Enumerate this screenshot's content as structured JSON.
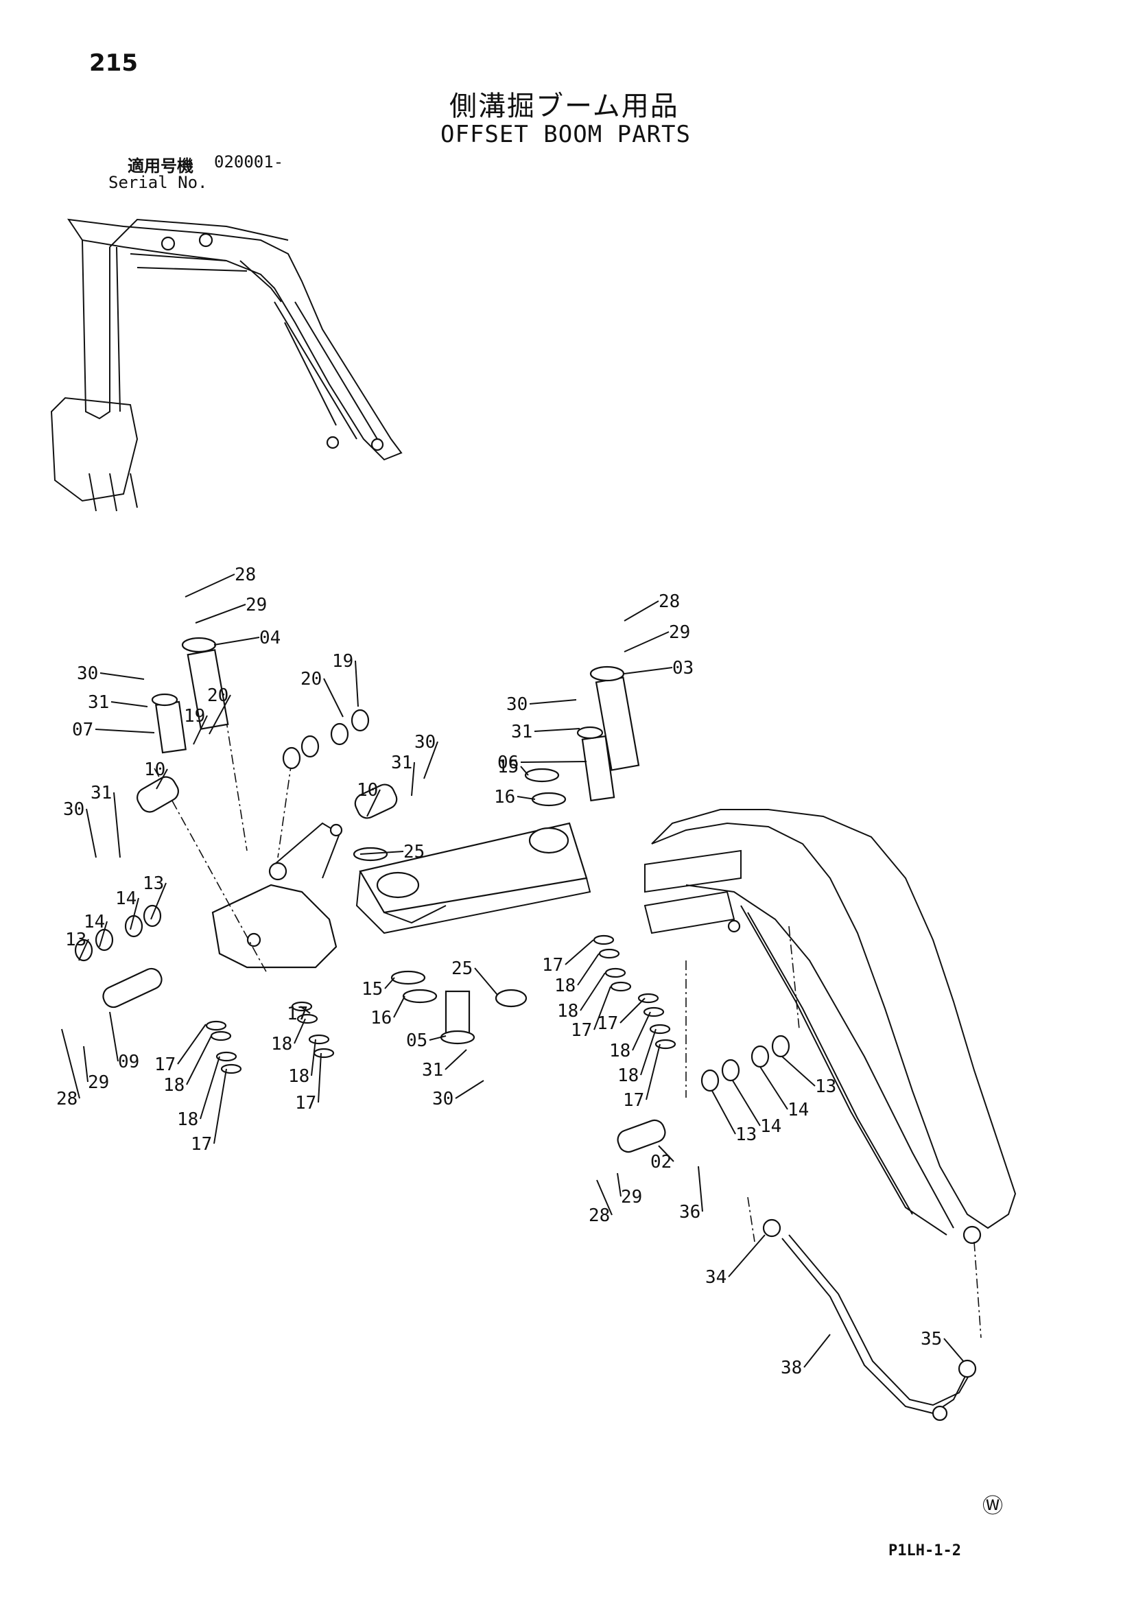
{
  "header": {
    "page_number": "215",
    "title_jp": "側溝掘ブーム用品",
    "title_en": "OFFSET BOOM PARTS",
    "serial_label_jp": "適用号機",
    "serial_value": "020001-",
    "serial_label_en": "Serial No."
  },
  "footer": {
    "code": "P1LH-1-2",
    "mark": "Ⓦ"
  },
  "callouts": [
    {
      "label": "28"
    },
    {
      "label": "29"
    },
    {
      "label": "04"
    },
    {
      "label": "19"
    },
    {
      "label": "20"
    },
    {
      "label": "20"
    },
    {
      "label": "19"
    },
    {
      "label": "30"
    },
    {
      "label": "31"
    },
    {
      "label": "07"
    },
    {
      "label": "10"
    },
    {
      "label": "31"
    },
    {
      "label": "30"
    },
    {
      "label": "30"
    },
    {
      "label": "31"
    },
    {
      "label": "10"
    },
    {
      "label": "13"
    },
    {
      "label": "14"
    },
    {
      "label": "14"
    },
    {
      "label": "13"
    },
    {
      "label": "28"
    },
    {
      "label": "29"
    },
    {
      "label": "09"
    },
    {
      "label": "17"
    },
    {
      "label": "18"
    },
    {
      "label": "18"
    },
    {
      "label": "17"
    },
    {
      "label": "17"
    },
    {
      "label": "18"
    },
    {
      "label": "18"
    },
    {
      "label": "17"
    },
    {
      "label": "15"
    },
    {
      "label": "16"
    },
    {
      "label": "25"
    },
    {
      "label": "15"
    },
    {
      "label": "16"
    },
    {
      "label": "25"
    },
    {
      "label": "05"
    },
    {
      "label": "31"
    },
    {
      "label": "30"
    },
    {
      "label": "28"
    },
    {
      "label": "29"
    },
    {
      "label": "03"
    },
    {
      "label": "30"
    },
    {
      "label": "31"
    },
    {
      "label": "06"
    },
    {
      "label": "17"
    },
    {
      "label": "18"
    },
    {
      "label": "18"
    },
    {
      "label": "17"
    },
    {
      "label": "17"
    },
    {
      "label": "18"
    },
    {
      "label": "18"
    },
    {
      "label": "17"
    },
    {
      "label": "13"
    },
    {
      "label": "14"
    },
    {
      "label": "14"
    },
    {
      "label": "13"
    },
    {
      "label": "02"
    },
    {
      "label": "28"
    },
    {
      "label": "29"
    },
    {
      "label": "36"
    },
    {
      "label": "34"
    },
    {
      "label": "35"
    },
    {
      "label": "38"
    }
  ]
}
